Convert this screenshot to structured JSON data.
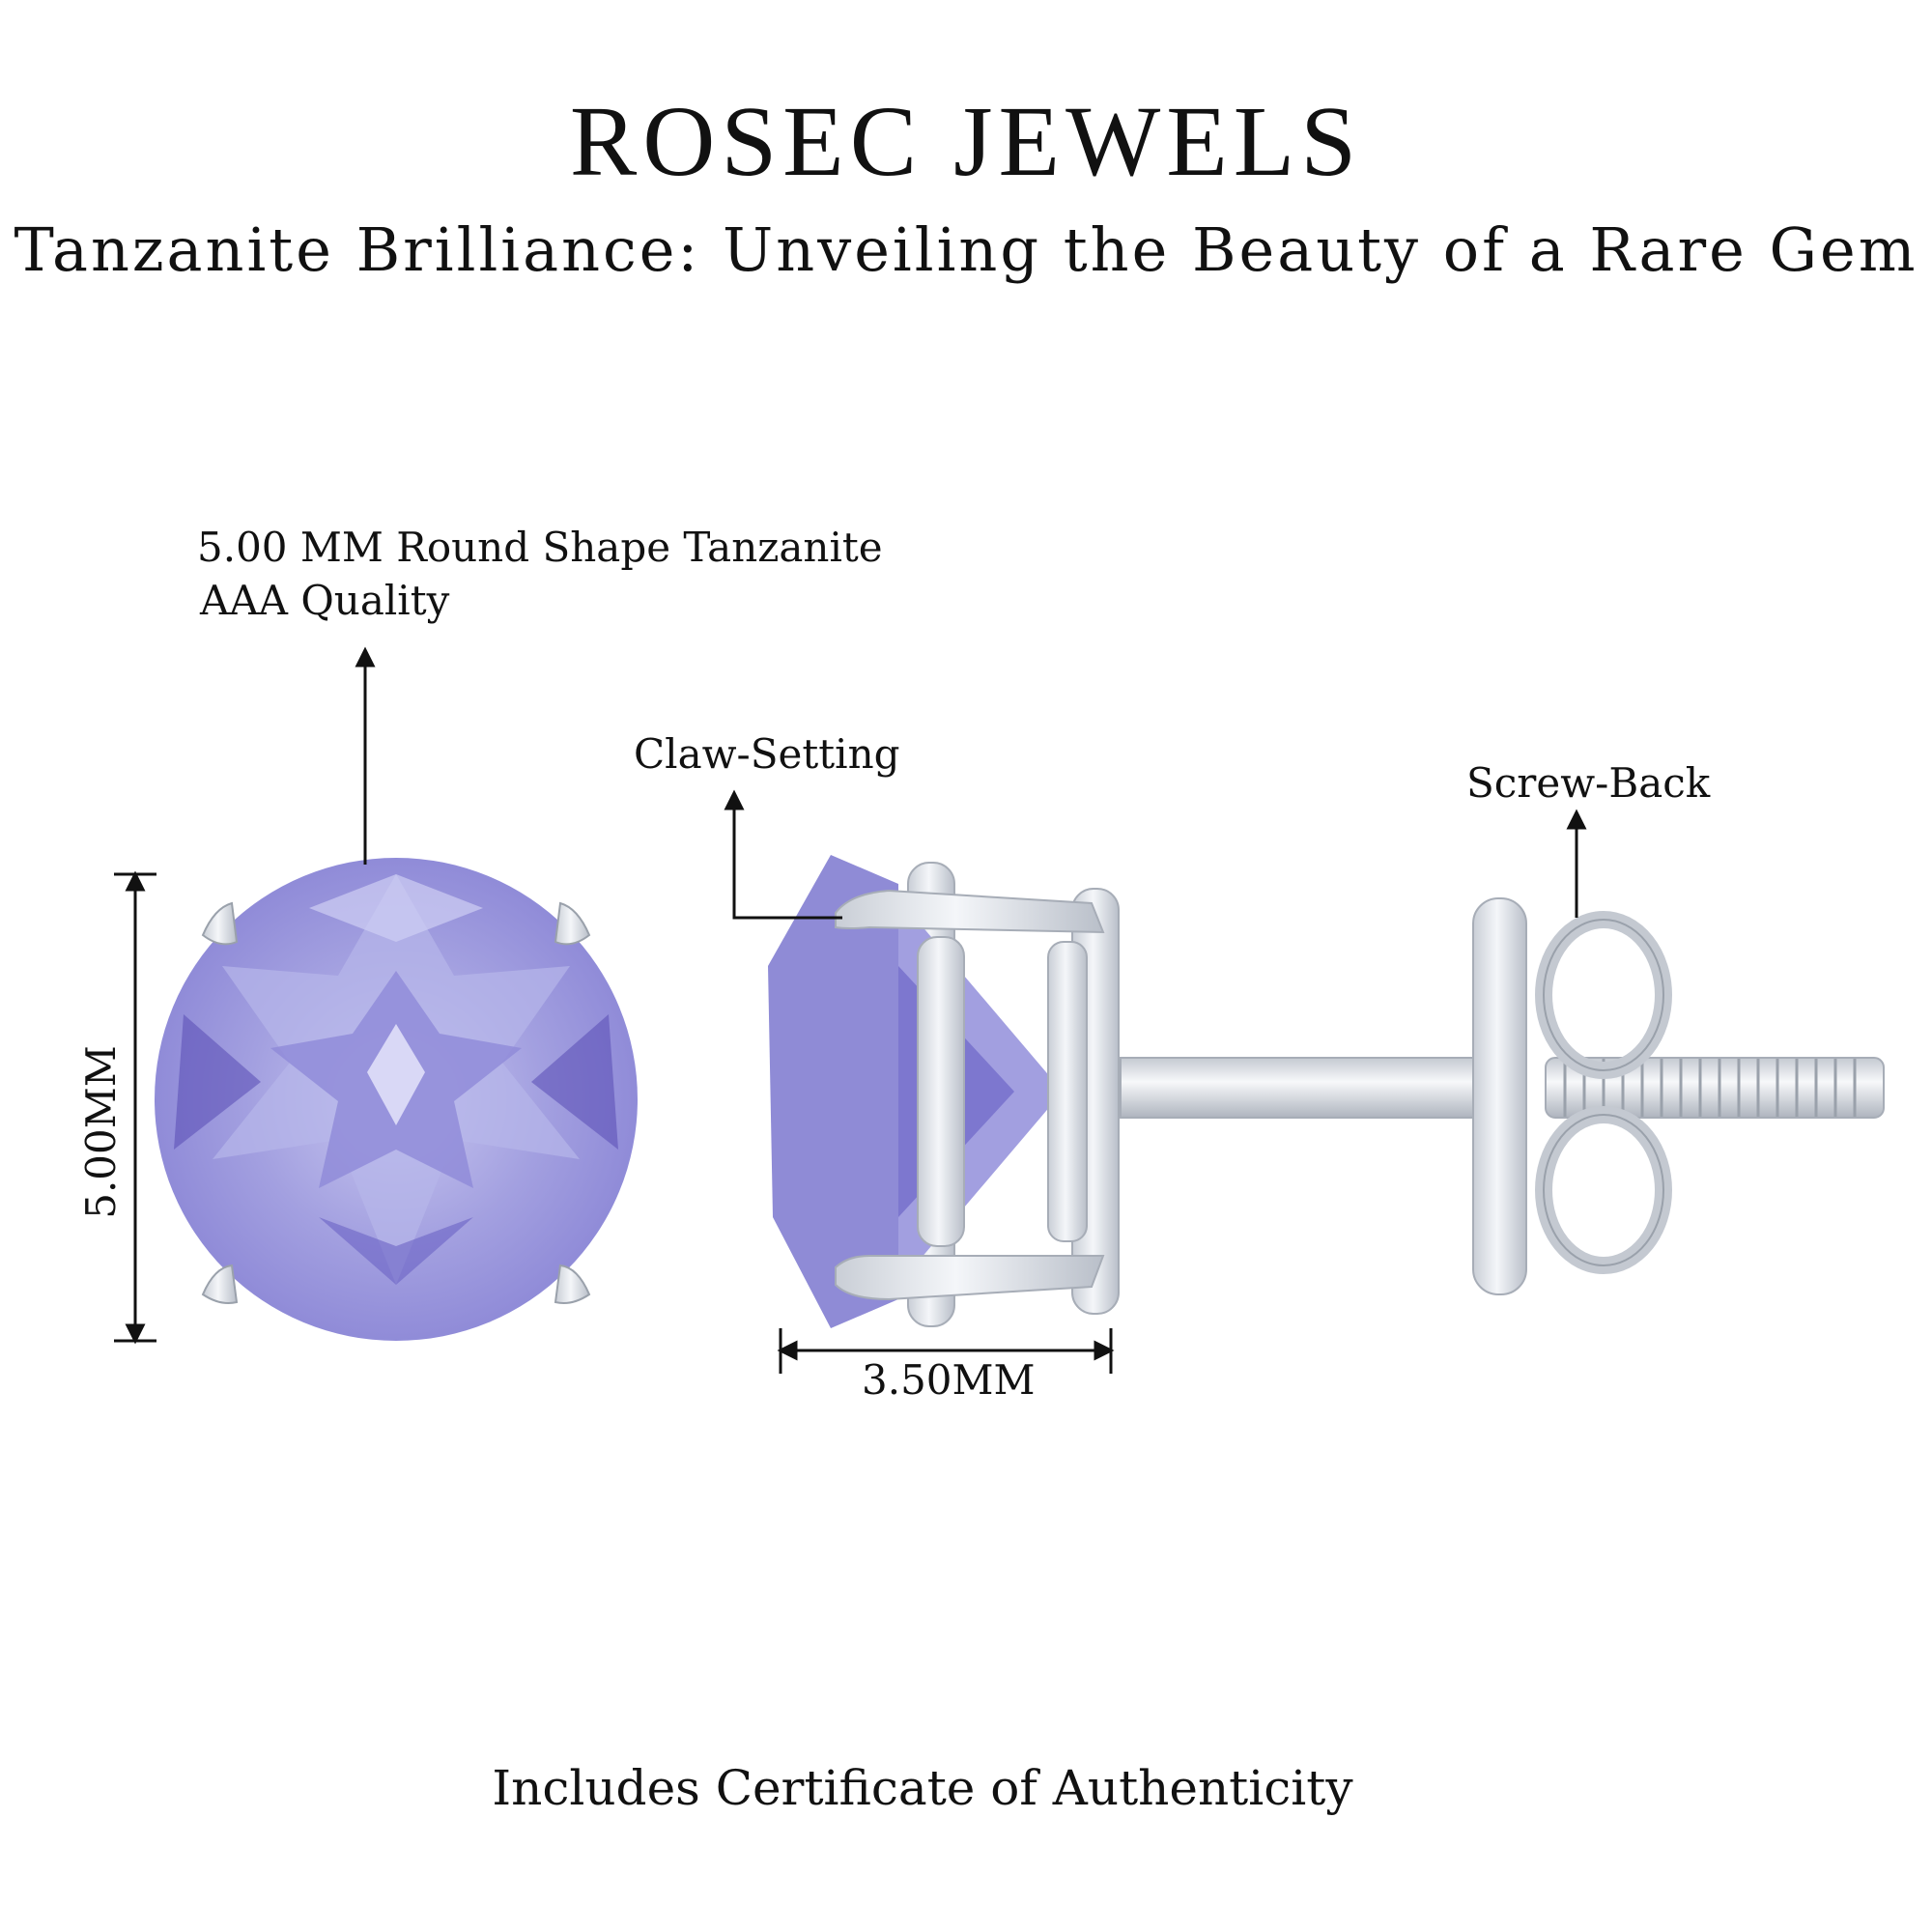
{
  "header": {
    "brand": "ROSEC JEWELS",
    "subtitle": "Tanzanite Brilliance: Unveiling the Beauty of a Rare Gem"
  },
  "annotations": {
    "gem_line1": "5.00 MM Round Shape Tanzanite",
    "gem_line2": "AAA Quality",
    "claw_setting": "Claw-Setting",
    "screw_back": "Screw-Back",
    "height": "5.00MM",
    "width": "3.50MM"
  },
  "footer": {
    "text": "Includes Certificate of Authenticity"
  },
  "colors": {
    "gem_light": "#b3b2e6",
    "gem_mid": "#9a97dc",
    "gem_dark": "#6a5fc2",
    "metal": "#e8ebf0",
    "metal_shade": "#b8bec8"
  }
}
